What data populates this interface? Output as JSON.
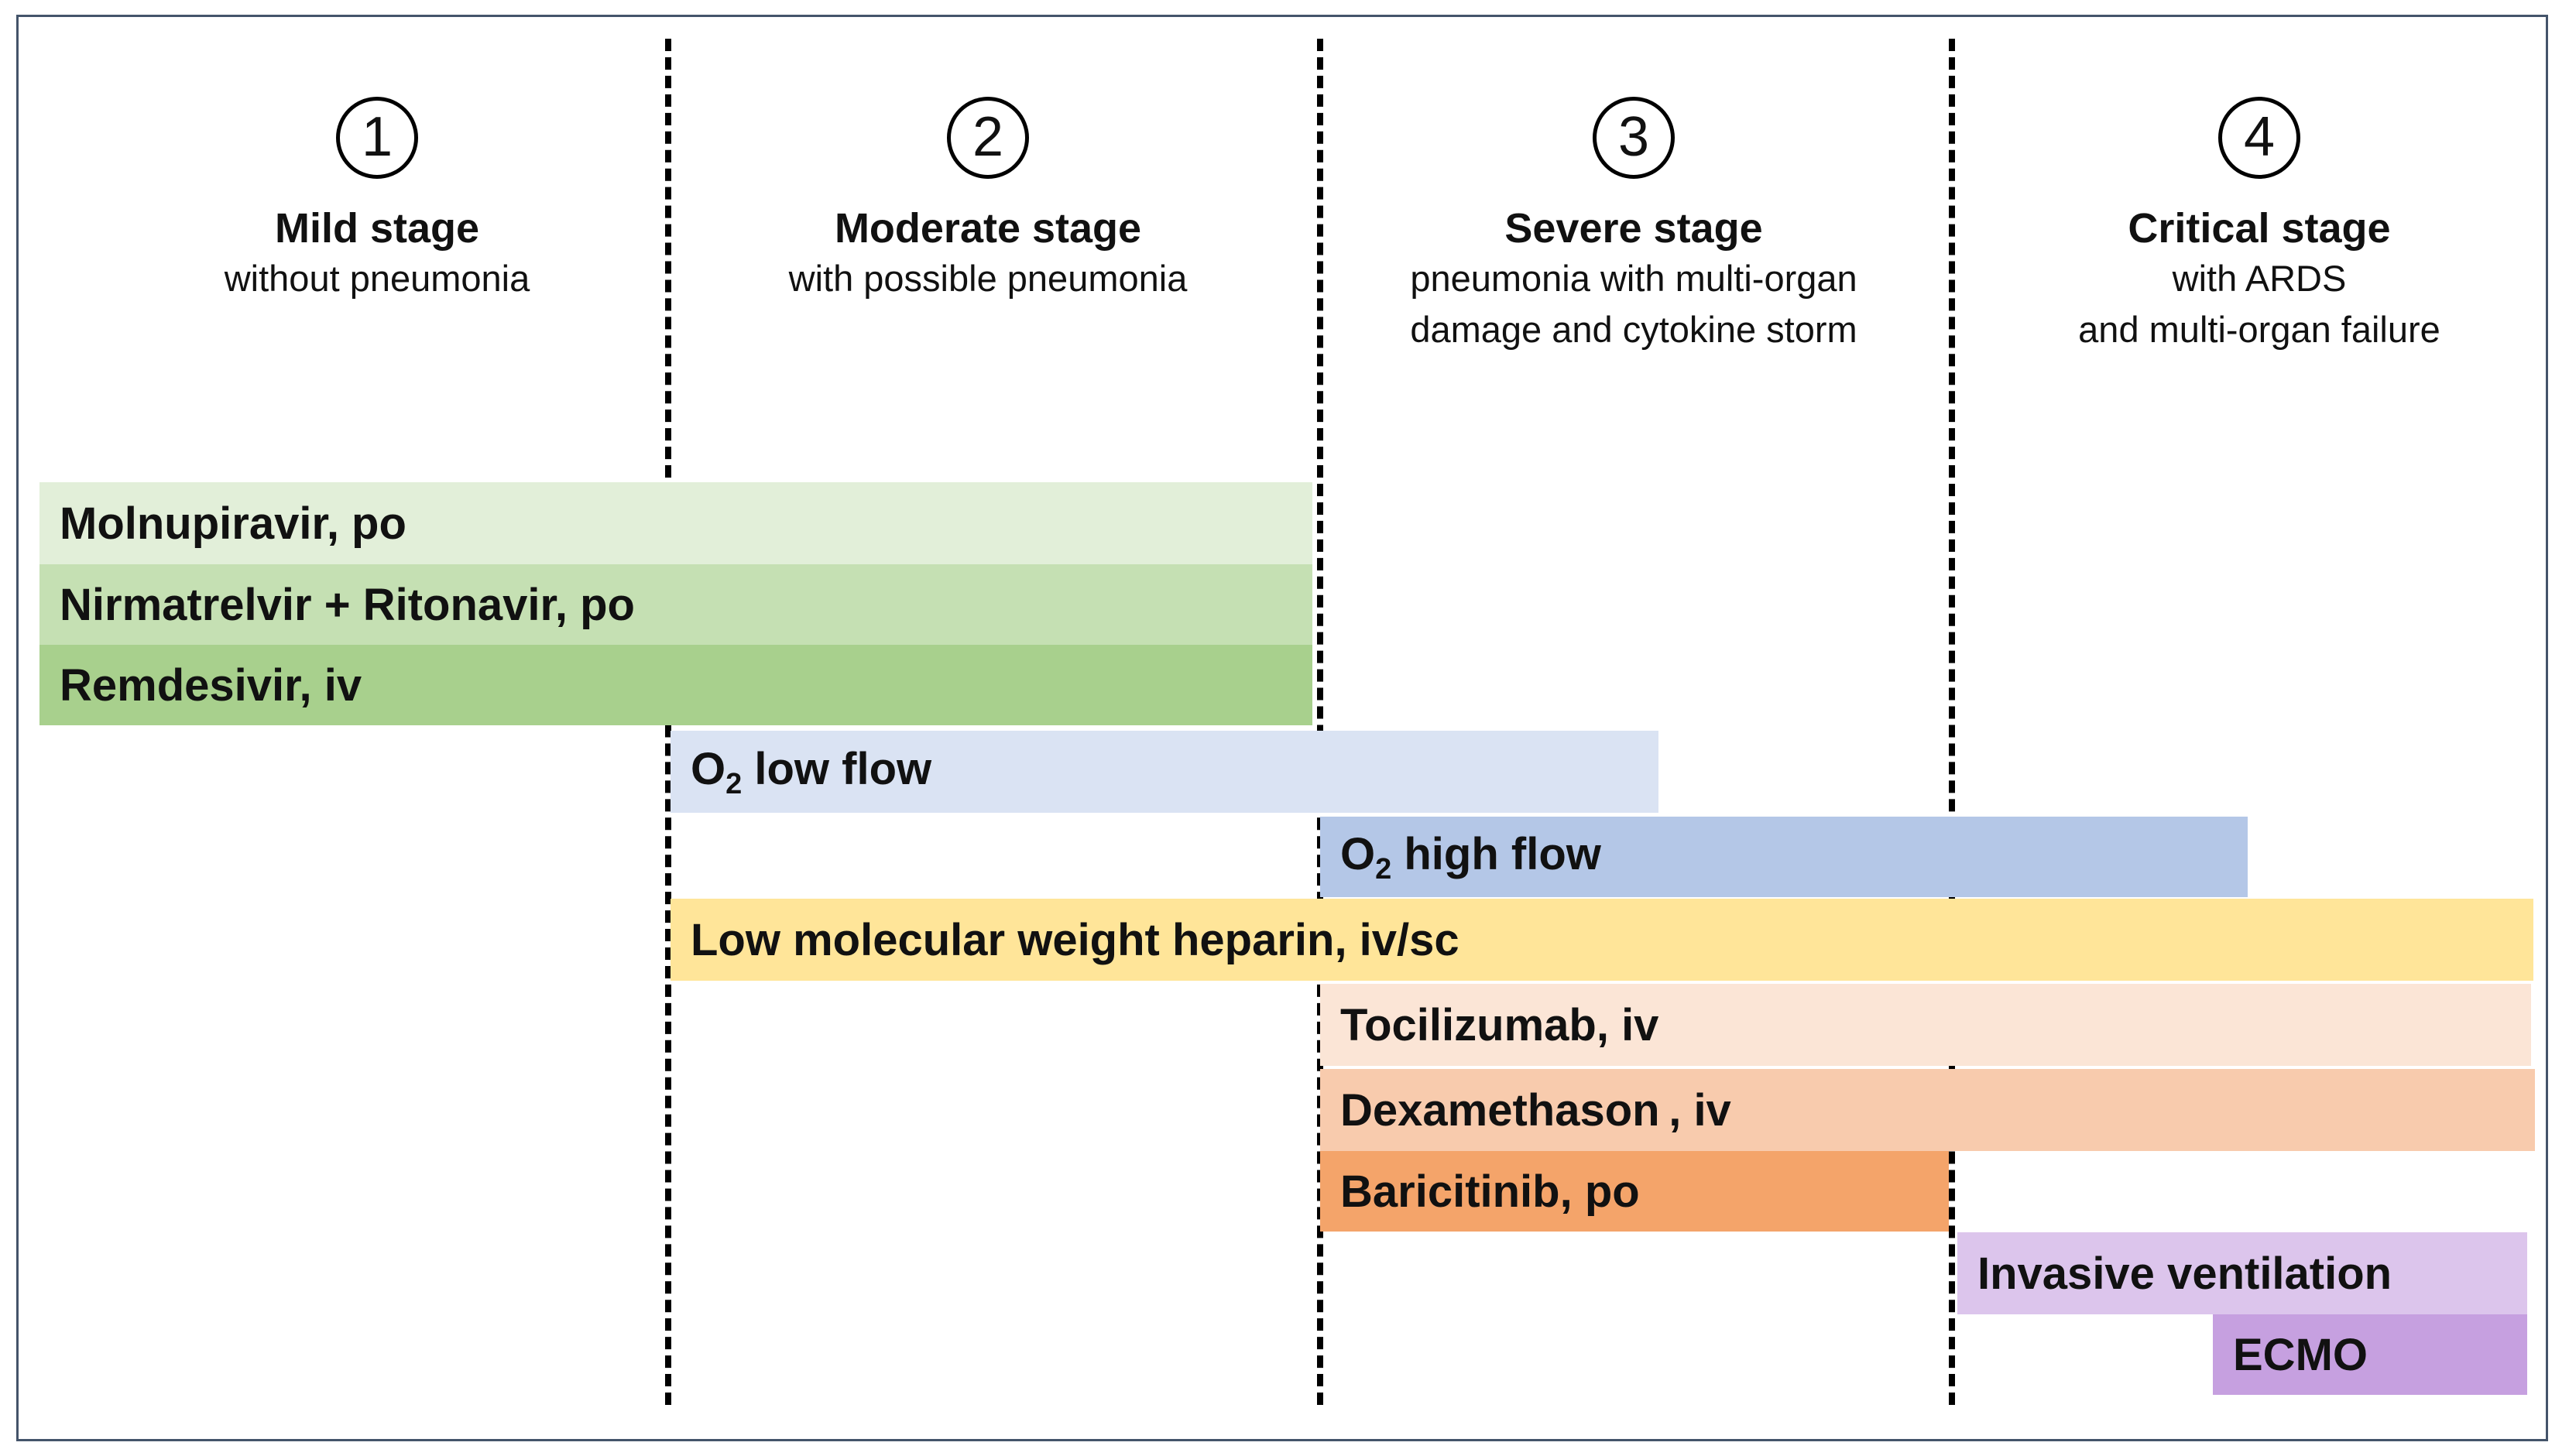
{
  "stages": [
    {
      "num": "1",
      "name": "Mild stage",
      "desc_line1": "without pneumonia",
      "desc_line2": ""
    },
    {
      "num": "2",
      "name": "Moderate stage",
      "desc_line1": "with possible pneumonia",
      "desc_line2": ""
    },
    {
      "num": "3",
      "name": "Severe stage",
      "desc_line1": "pneumonia with multi-organ",
      "desc_line2": "damage and cytokine storm"
    },
    {
      "num": "4",
      "name": "Critical stage",
      "desc_line1": "with ARDS",
      "desc_line2": "and multi-organ failure"
    }
  ],
  "treatments": {
    "molnupiravir": {
      "label": "Molnupiravir, po",
      "color": "#e2efd9"
    },
    "nirmatrelvir": {
      "label": "Nirmatrelvir + Ritonavir, po",
      "color": "#c5e0b3"
    },
    "remdesivir": {
      "label": "Remdesivir, iv",
      "color": "#a8d08d"
    },
    "o2_low": {
      "prefix": "O",
      "sub": "2",
      "suffix": " low flow",
      "color": "#dae3f3"
    },
    "o2_high": {
      "prefix": "O",
      "sub": "2",
      "suffix": " high flow",
      "color": "#b4c7e7"
    },
    "heparin": {
      "label": "Low molecular weight heparin, iv/sc",
      "color": "#ffe599"
    },
    "tocilizumab": {
      "label": "Tocilizumab, iv",
      "color": "#fbe5d6"
    },
    "dexamethason": {
      "label": "Dexamethason , iv",
      "color": "#f8cbad"
    },
    "baricitinib": {
      "label": "Baricitinib, po",
      "color": "#f4a46a"
    },
    "ventilation": {
      "label": "Invasive ventilation",
      "color": "#dcc5ec"
    },
    "ecmo": {
      "label": "ECMO",
      "color": "#c6a0e0"
    }
  }
}
